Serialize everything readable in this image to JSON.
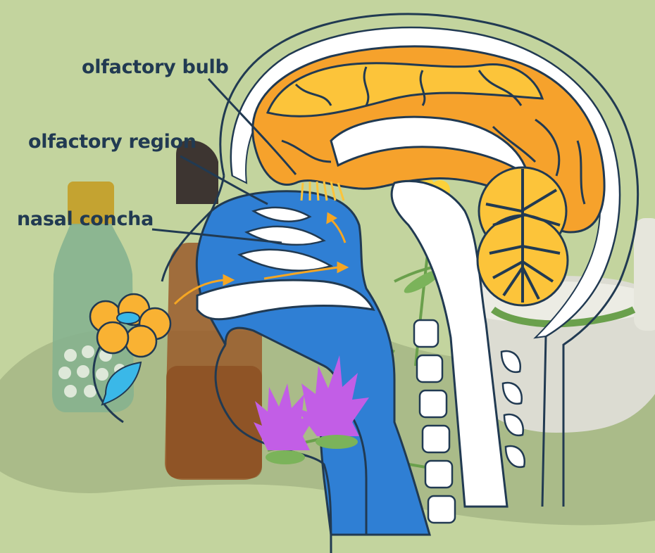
{
  "labels": {
    "olfactory_bulb": "olfactory bulb",
    "olfactory_region": "olfactory region",
    "nasal_concha": "nasal concha"
  },
  "colors": {
    "background": "#c3d49e",
    "outline": "#213a52",
    "label_text": "#213a52",
    "brain_cortex": "#f6a22c",
    "brain_gyri": "#fcc43a",
    "airway": "#2f7fd4",
    "bone_white": "#ffffff",
    "flower_pink": "#c25ee6",
    "flower_orange": "#f9b233",
    "bottle_green": "#86b38f",
    "bottle_amber": "#9a5a2a",
    "mortar_gray": "#dcdcd2",
    "arrow": "#f5a623"
  },
  "icons": {
    "flower_left": "flower-icon",
    "leaf": "leaf-icon",
    "thistle": "thistle-icon"
  }
}
